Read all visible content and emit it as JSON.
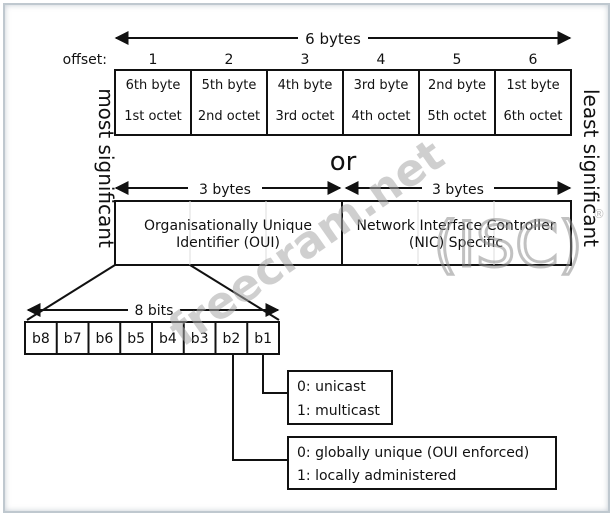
{
  "top_span_label": "6 bytes",
  "offset_label": "offset:",
  "offsets": [
    "1",
    "2",
    "3",
    "4",
    "5",
    "6"
  ],
  "byte_cells": [
    {
      "byte": "6th byte",
      "octet": "1st octet"
    },
    {
      "byte": "5th byte",
      "octet": "2nd octet"
    },
    {
      "byte": "4th byte",
      "octet": "3rd octet"
    },
    {
      "byte": "3rd byte",
      "octet": "4th octet"
    },
    {
      "byte": "2nd byte",
      "octet": "5th octet"
    },
    {
      "byte": "1st byte",
      "octet": "6th octet"
    }
  ],
  "left_side_label": "most significant",
  "right_side_label": "least significant",
  "or_label": "or",
  "oui_span_label": "3 bytes",
  "nic_span_label": "3 bytes",
  "oui_label_line1": "Organisationally Unique",
  "oui_label_line2": "Identifier (OUI)",
  "nic_label_line1": "Network Interface Controller",
  "nic_label_line2": "(NIC) Specific",
  "bits_span_label": "8 bits",
  "bits": [
    "b8",
    "b7",
    "b6",
    "b5",
    "b4",
    "b3",
    "b2",
    "b1"
  ],
  "b1_box": {
    "line1": "0: unicast",
    "line2": "1: multicast"
  },
  "b2_box": {
    "line1": "0: globally unique (OUI enforced)",
    "line2": "1: locally administered"
  },
  "watermark_text": "freecram.net",
  "watermark_logo": "(ISC)",
  "watermark_logo_mark": "®"
}
